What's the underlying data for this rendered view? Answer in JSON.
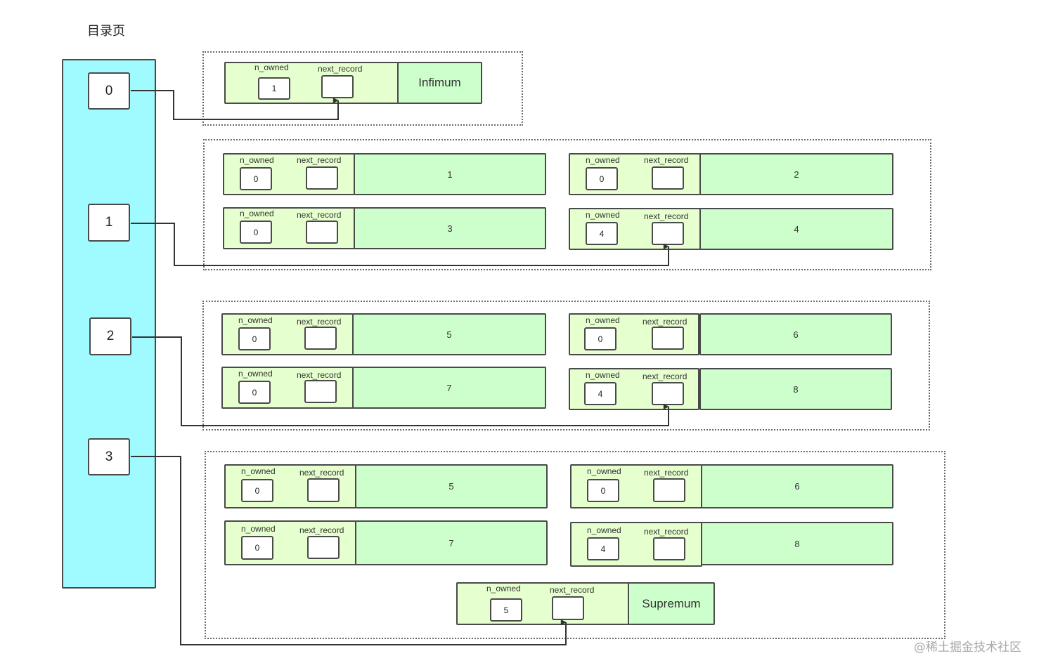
{
  "title": "目录页",
  "watermark": "@稀土掘金技术社区",
  "labels": {
    "n_owned": "n_owned",
    "next_record": "next_record"
  },
  "slots": [
    "0",
    "1",
    "2",
    "3"
  ],
  "records": {
    "infimum": {
      "n_owned": "1",
      "body": "Infimum"
    },
    "r1": {
      "n_owned": "0",
      "body": "1"
    },
    "r2": {
      "n_owned": "0",
      "body": "2"
    },
    "r3": {
      "n_owned": "0",
      "body": "3"
    },
    "r4": {
      "n_owned": "4",
      "body": "4"
    },
    "r5": {
      "n_owned": "0",
      "body": "5"
    },
    "r6": {
      "n_owned": "0",
      "body": "6"
    },
    "r7": {
      "n_owned": "0",
      "body": "7"
    },
    "r8": {
      "n_owned": "4",
      "body": "8"
    },
    "r5b": {
      "n_owned": "0",
      "body": "5"
    },
    "r6b": {
      "n_owned": "0",
      "body": "6"
    },
    "r7b": {
      "n_owned": "0",
      "body": "7"
    },
    "r8b": {
      "n_owned": "4",
      "body": "8"
    },
    "supremum": {
      "n_owned": "5",
      "body": "Supremum"
    }
  }
}
